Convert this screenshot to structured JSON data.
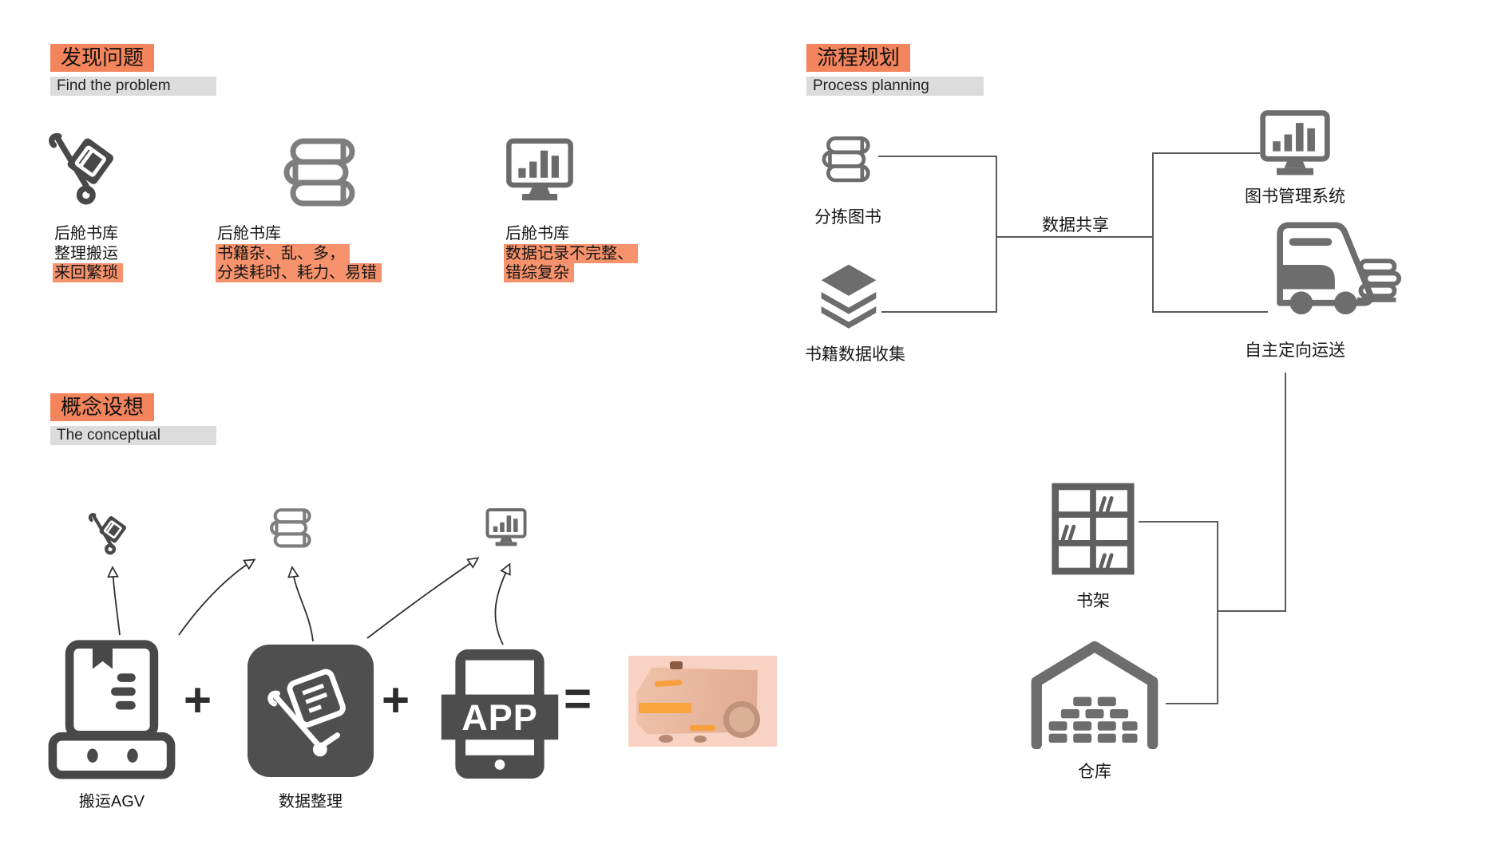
{
  "colors": {
    "accent_orange": "#f4845c",
    "caption_highlight": "#f6926c",
    "subtitle_gray": "#dcdcdc",
    "icon_dark": "#484848",
    "icon_gray": "#7e7e7e",
    "flow_line": "#5a5a5a",
    "photo_background": "#f8d2c2",
    "photo_stripe": "#f6a440"
  },
  "find_problem": {
    "title_zh": "发现问题",
    "title_en": "Find the problem",
    "items": [
      {
        "icon": "hand-truck",
        "line1": "后舱书库",
        "line2": "整理搬运",
        "line3": "来回繁琐"
      },
      {
        "icon": "book-stack",
        "line1": "后舱书库",
        "line2": "书籍杂、乱、多，",
        "line3": "分类耗时、耗力、易错"
      },
      {
        "icon": "monitor-chart",
        "line1": "后舱书库",
        "line2": "数据记录不完整、",
        "line3": "错综复杂"
      }
    ]
  },
  "conceptual": {
    "title_zh": "概念设想",
    "title_en": "The conceptual",
    "agv_label": "搬运AGV",
    "data_label": "数据整理",
    "app_text": "APP",
    "plus": "+",
    "equals": "="
  },
  "process": {
    "title_zh": "流程规划",
    "title_en": "Process planning",
    "sort_books": "分拣图书",
    "data_collection": "书籍数据收集",
    "data_share": "数据共享",
    "library_system": "图书管理系统",
    "auto_transport": "自主定向运送",
    "bookshelf": "书架",
    "warehouse": "仓库"
  }
}
